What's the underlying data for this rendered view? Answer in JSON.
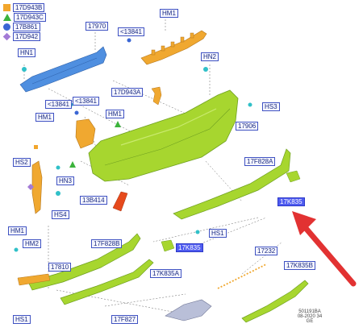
{
  "legend": [
    {
      "code": "17D943B",
      "symbol": "orange-square-icon",
      "color": "#f2a62c"
    },
    {
      "code": "17D943C",
      "symbol": "green-triangle-icon",
      "color": "#3cb33c"
    },
    {
      "code": "17B861",
      "symbol": "blue-circle-icon",
      "color": "#3a66d4"
    },
    {
      "code": "17D942",
      "symbol": "purple-diamond-icon",
      "color": "#a37bd6"
    }
  ],
  "labels": {
    "p17970": "17970",
    "hm1_top": "HM1",
    "c13841_top": "<13841",
    "hn1_top": "HN1",
    "hn2": "HN2",
    "p17d943a": "17D943A",
    "c13841_mid": "<13841",
    "hm1_left": "HM1",
    "hs3": "HS3",
    "p17906": "17906",
    "hm1_mid": "HM1",
    "hs2": "HS2",
    "hn3": "HN3",
    "p17f828a": "17F828A",
    "p17k835_hl": "17K835",
    "p13b414": "13B414",
    "hs4": "HS4",
    "hs1_right": "HS1",
    "hm1_bottom": "HM1",
    "hm2": "HM2",
    "p17f828b": "17F828B",
    "p17k835_blue": "17K835",
    "p17810": "17810",
    "p17k835a": "17K835A",
    "p17232": "17232",
    "p17k835b": "17K835B",
    "hs1_bottom": "HS1",
    "p17f827": "17F827"
  },
  "footer": {
    "line1": "501191BA",
    "line2": "08-2020 34",
    "line3": "GE"
  },
  "colors": {
    "bumper_green": "#a7d62f",
    "bumper_green_dark": "#6fa021",
    "bar_blue": "#4f8fe0",
    "beam_orange": "#f0a830",
    "tag_border": "#3f52c2",
    "highlight": "#4f5cf0",
    "arrow_red": "#e23232",
    "grey_part": "#b9bfd8"
  },
  "icons": {
    "pointer": "red-arrow-icon"
  }
}
